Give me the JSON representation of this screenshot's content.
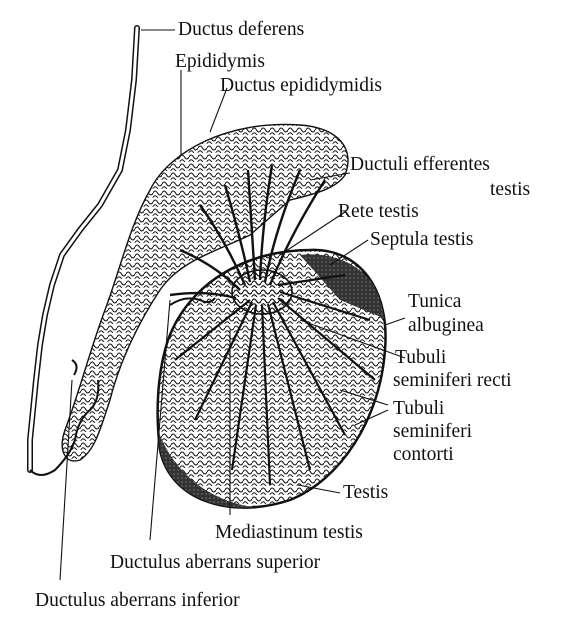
{
  "labels": {
    "ductus_deferens": "Ductus deferens",
    "epididymis": "Epididymis",
    "ductus_epididymidis": "Ductus epididymidis",
    "ductuli_efferentes_1": "Ductuli efferentes",
    "ductuli_efferentes_2": "testis",
    "rete_testis": "Rete testis",
    "septula_testis": "Septula testis",
    "tunica_1": "Tunica",
    "tunica_2": "albuginea",
    "tubuli_recti_1": "Tubuli",
    "tubuli_recti_2": "seminiferi recti",
    "tubuli_contorti_1": "Tubuli",
    "tubuli_contorti_2": "seminiferi",
    "tubuli_contorti_3": "contorti",
    "testis": "Testis",
    "mediastinum_testis": "Mediastinum testis",
    "ductulus_superior": "Ductulus aberrans superior",
    "ductulus_inferior": "Ductulus aberrans inferior"
  }
}
